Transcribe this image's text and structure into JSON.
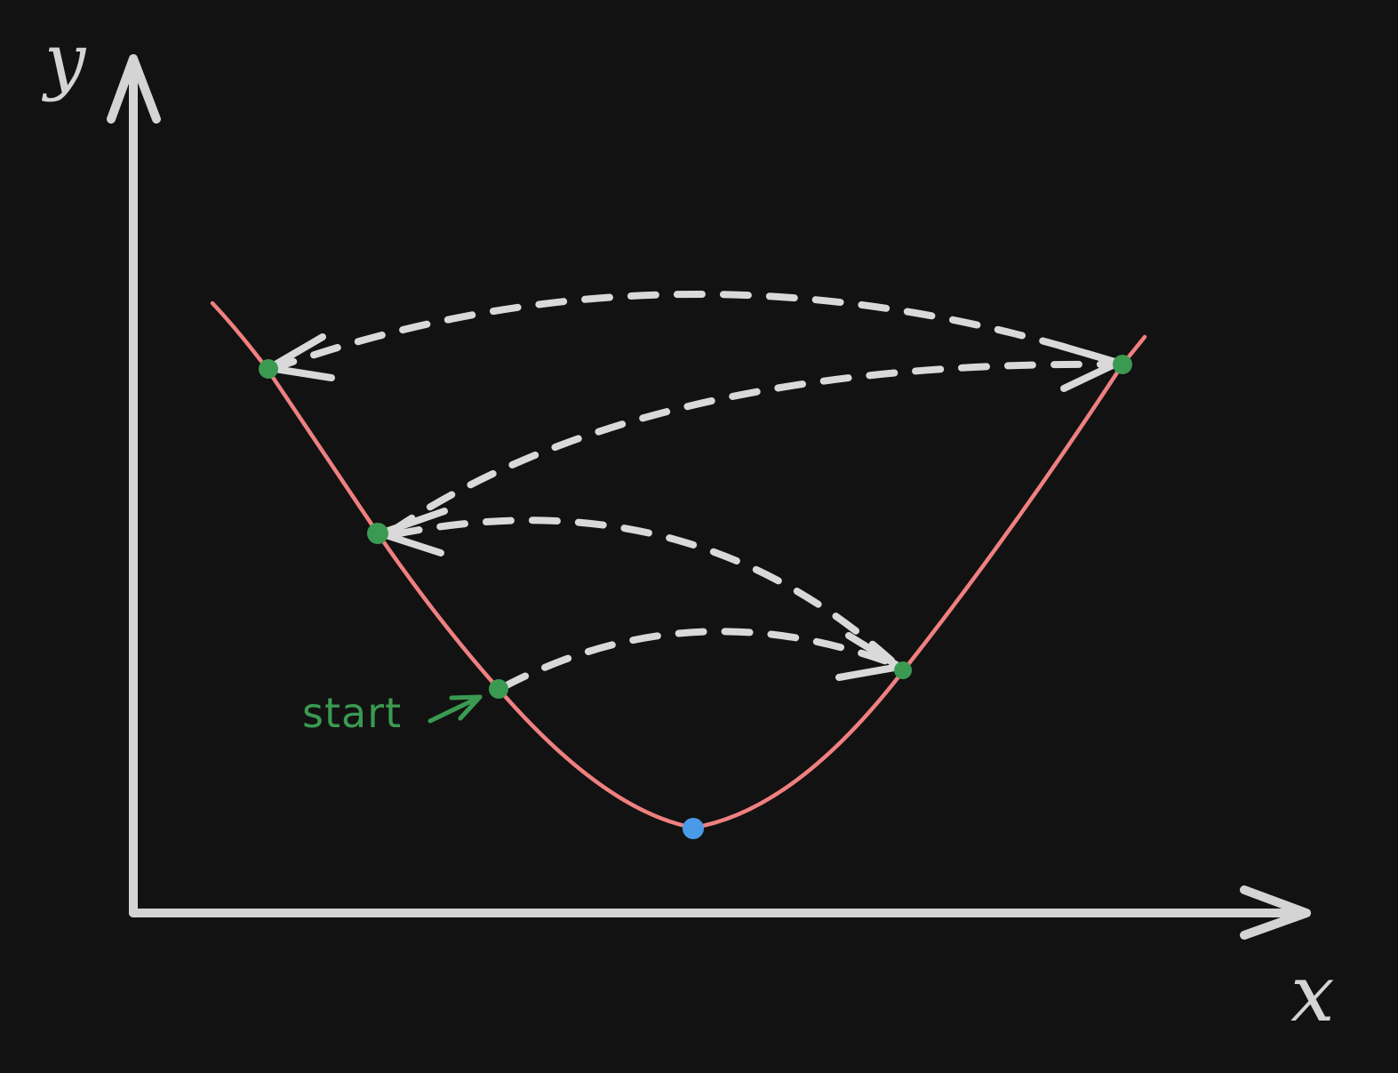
{
  "axes": {
    "x_label": "x",
    "y_label": "y"
  },
  "annotation": {
    "start_label": "start"
  },
  "colors": {
    "background": "#121212",
    "axis": "#d4d4d4",
    "curve": "#f08080",
    "iterate_point": "#3a9a52",
    "minimum_point": "#4a9ae8",
    "jump_arrow": "#d9d9d9",
    "start_annotation": "#3a9a52"
  },
  "diagram": {
    "curve_shape": "parabola",
    "iterates": [
      "start",
      "step-1",
      "step-2",
      "step-3",
      "step-4"
    ],
    "jump_order": [
      [
        "start",
        "step-1"
      ],
      [
        "step-1",
        "step-2"
      ],
      [
        "step-2",
        "step-3"
      ],
      [
        "step-3",
        "step-4"
      ]
    ],
    "minimum_marked": true
  }
}
